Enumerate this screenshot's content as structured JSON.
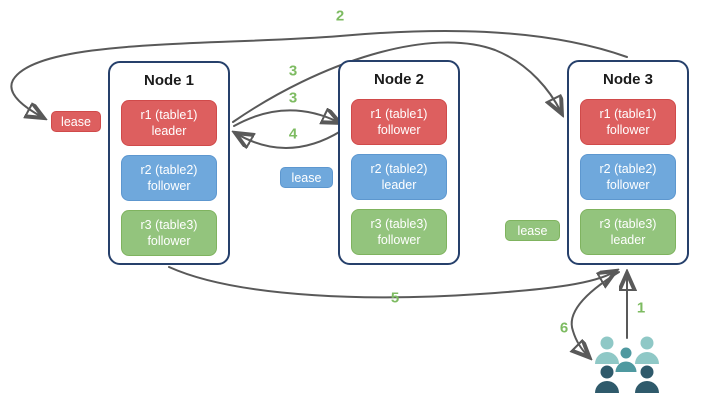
{
  "nodes": [
    {
      "title": "Node 1",
      "replicas": [
        {
          "label": "r1 (table1)",
          "role": "leader"
        },
        {
          "label": "r2 (table2)",
          "role": "follower"
        },
        {
          "label": "r3 (table3)",
          "role": "follower"
        }
      ]
    },
    {
      "title": "Node 2",
      "replicas": [
        {
          "label": "r1 (table1)",
          "role": "follower"
        },
        {
          "label": "r2 (table2)",
          "role": "leader"
        },
        {
          "label": "r3 (table3)",
          "role": "follower"
        }
      ]
    },
    {
      "title": "Node 3",
      "replicas": [
        {
          "label": "r1 (table1)",
          "role": "follower"
        },
        {
          "label": "r2 (table2)",
          "role": "follower"
        },
        {
          "label": "r3 (table3)",
          "role": "leader"
        }
      ]
    }
  ],
  "leases": [
    {
      "label": "lease",
      "color": "#dd5f5f"
    },
    {
      "label": "lease",
      "color": "#6fa8dc"
    },
    {
      "label": "lease",
      "color": "#93c47d"
    }
  ],
  "steps": {
    "n1": "1",
    "n2": "2",
    "n3a": "3",
    "n3b": "3",
    "n4": "4",
    "n5": "5",
    "n6": "6"
  },
  "icons": {
    "clients": "users-group-icon"
  },
  "colors": {
    "replica_red": "#dd5f5f",
    "replica_blue": "#6fa8dc",
    "replica_green": "#93c47d",
    "node_border": "#26406b",
    "arrow": "#595959",
    "step_label": "#7dbb61",
    "people_light": "#8fc8c6",
    "people_mid": "#4f99a0",
    "people_dark": "#2f5a6b"
  }
}
